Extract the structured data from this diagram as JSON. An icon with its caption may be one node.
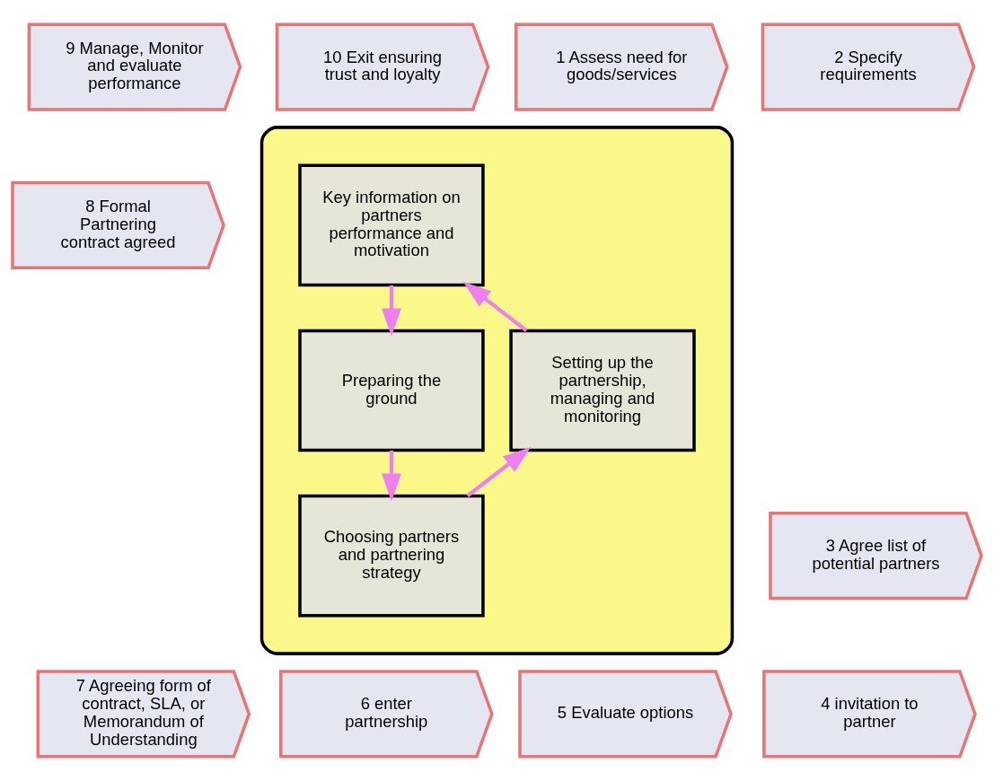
{
  "diagram": {
    "nodes": [
      {
        "text": [
          "1 Assess need for goods/services"
        ]
      },
      {
        "text": [
          "2 Specify requirements"
        ]
      },
      {
        "text": [
          "3 Agree list of potential partners"
        ]
      },
      {
        "text": [
          "4 invitation to partner"
        ]
      },
      {
        "text": [
          "5 Evaluate options"
        ]
      },
      {
        "text": [
          "6 enter partnership"
        ]
      },
      {
        "text": [
          "7 Agreeing form of contract, SLA, or Memorandum of Understanding"
        ]
      },
      {
        "text": [
          "8 Formal Partnering contract agreed"
        ]
      },
      {
        "text": [
          "9 Manage, Monitor and evaluate performance"
        ]
      },
      {
        "text": [
          "10 Exit ensuring trust and loyalty"
        ]
      },
      {
        "text": [],
        "shape": "ellipse"
      },
      {
        "text": [
          "Key information on partners performance and motivation"
        ],
        "in": 10
      },
      {
        "text": [
          "Setting up the partnership, managing and monitoring"
        ],
        "in": 10
      },
      {
        "text": [
          "Preparing the ground"
        ],
        "in": 10
      },
      {
        "text": [
          "Choosing partners and partnering strategy"
        ],
        "in": 10
      }
    ],
    "edges": [
      {
        "from": 11,
        "to": 13,
        "arrow": "to"
      },
      {
        "from": 13,
        "to": 14,
        "arrow": "to"
      },
      {
        "from": 14,
        "to": 12,
        "arrow": "to"
      },
      {
        "from": 12,
        "to": 11,
        "arrow": "to"
      }
    ]
  }
}
